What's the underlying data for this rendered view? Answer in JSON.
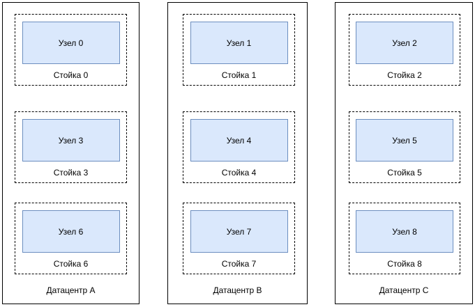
{
  "diagram": {
    "title": "",
    "colors": {
      "node_fill": "#dae8fc",
      "node_stroke": "#6c8ebf",
      "container_stroke": "#000000",
      "rack_stroke": "#000000",
      "background": "#ffffff",
      "text": "#000000"
    },
    "datacenters": [
      {
        "label": "Датацентр A",
        "racks": [
          {
            "label": "Стойка 0",
            "node": {
              "label": "Узел 0"
            }
          },
          {
            "label": "Стойка 3",
            "node": {
              "label": "Узел 3"
            }
          },
          {
            "label": "Стойка 6",
            "node": {
              "label": "Узел 6"
            }
          }
        ]
      },
      {
        "label": "Датацентр B",
        "racks": [
          {
            "label": "Стойка 1",
            "node": {
              "label": "Узел 1"
            }
          },
          {
            "label": "Стойка 4",
            "node": {
              "label": "Узел 4"
            }
          },
          {
            "label": "Стойка 7",
            "node": {
              "label": "Узел 7"
            }
          }
        ]
      },
      {
        "label": "Датацентр C",
        "racks": [
          {
            "label": "Стойка 2",
            "node": {
              "label": "Узел 2"
            }
          },
          {
            "label": "Стойка 5",
            "node": {
              "label": "Узел 5"
            }
          },
          {
            "label": "Стойка 8",
            "node": {
              "label": "Узел 8"
            }
          }
        ]
      }
    ]
  }
}
